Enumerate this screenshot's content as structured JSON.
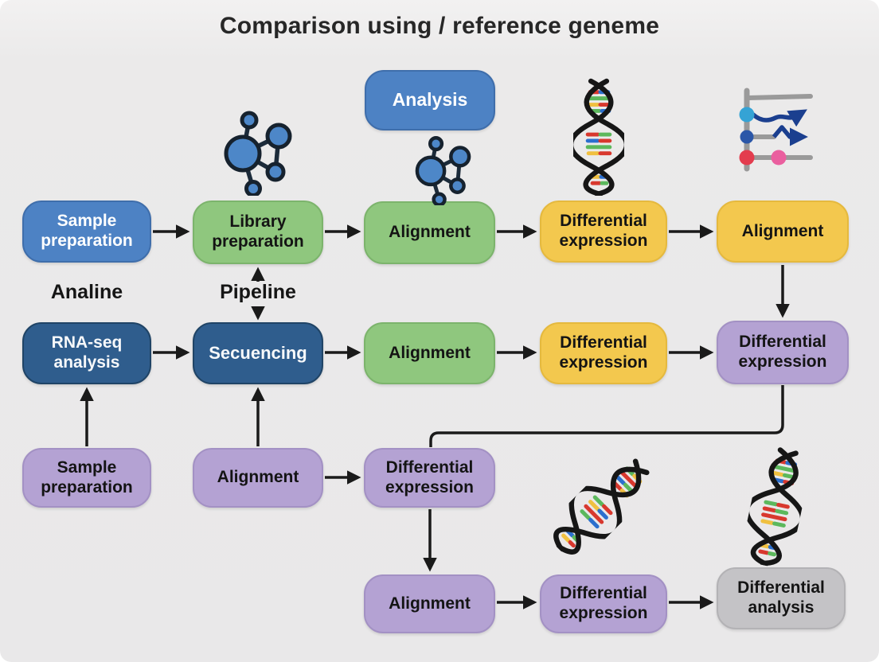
{
  "title": "Comparison using / reference geneme",
  "analysis_badge": "Analysis",
  "stage_labels": {
    "analine": "Analine",
    "pipeline": "Pipeline"
  },
  "colors": {
    "background": "#eae9ea",
    "blue": "#4d82c4",
    "dark_blue": "#2f5d8d",
    "green": "#8fc77e",
    "yellow": "#f3c84e",
    "purple": "#b4a2d3",
    "gray": "#c4c3c6",
    "arrow": "#1a1a1a",
    "dna_red": "#d8382e",
    "dna_green": "#5cb85c",
    "dna_blue": "#2b6fce",
    "dna_yellow": "#f0c040",
    "chart_dot_lightblue": "#35a3d5",
    "chart_dot_darkblue": "#2b57a8",
    "chart_dot_red": "#e33c4e",
    "chart_dot_pink": "#ea5f9f"
  },
  "icons": [
    "network-graph-icon",
    "network-graph-icon",
    "dna-helix-icon",
    "line-chart-icon",
    "dna-helix-icon",
    "dna-helix-icon"
  ],
  "rows": [
    {
      "name": "row-1",
      "boxes": [
        {
          "label": "Sample preparation",
          "color": "blue"
        },
        {
          "label": "Library preparation",
          "color": "green"
        },
        {
          "label": "Alignment",
          "color": "green"
        },
        {
          "label": "Differential expression",
          "color": "yellow"
        },
        {
          "label": "Alignment",
          "color": "yellow"
        }
      ]
    },
    {
      "name": "row-2",
      "boxes": [
        {
          "label": "RNA-seq analysis",
          "color": "dark-blue"
        },
        {
          "label": "Secuencing",
          "color": "dark-blue"
        },
        {
          "label": "Alignment",
          "color": "green"
        },
        {
          "label": "Differential expression",
          "color": "yellow"
        },
        {
          "label": "Differential expression",
          "color": "purple"
        }
      ]
    },
    {
      "name": "row-3",
      "boxes": [
        {
          "label": "Sample preparation",
          "color": "purple"
        },
        {
          "label": "Alignment",
          "color": "purple"
        },
        {
          "label": "Differential expression",
          "color": "purple"
        }
      ]
    },
    {
      "name": "row-4",
      "boxes": [
        {
          "label": "Alignment",
          "color": "purple"
        },
        {
          "label": "Differential expression",
          "color": "purple"
        },
        {
          "label": "Differential analysis",
          "color": "gray"
        }
      ]
    }
  ]
}
